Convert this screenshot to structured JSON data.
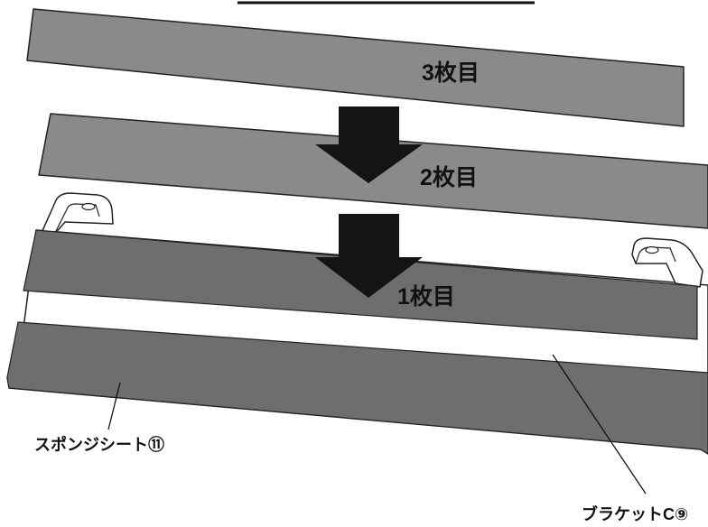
{
  "strips": [
    {
      "label": "3枚目"
    },
    {
      "label": "2枚目"
    },
    {
      "label": "1枚目"
    }
  ],
  "callouts": {
    "sponge_sheet": "スポンジシート⑪",
    "bracket": "ブラケットC⑨"
  },
  "colors": {
    "strip_loose": "#8a8a8a",
    "strip_mounted": "#6e6e6e",
    "arrow": "#141414",
    "outline": "#222222",
    "background": "#ffffff"
  },
  "icons": {
    "arrow": "down-arrow-icon",
    "bracket": "bracket-icon"
  }
}
